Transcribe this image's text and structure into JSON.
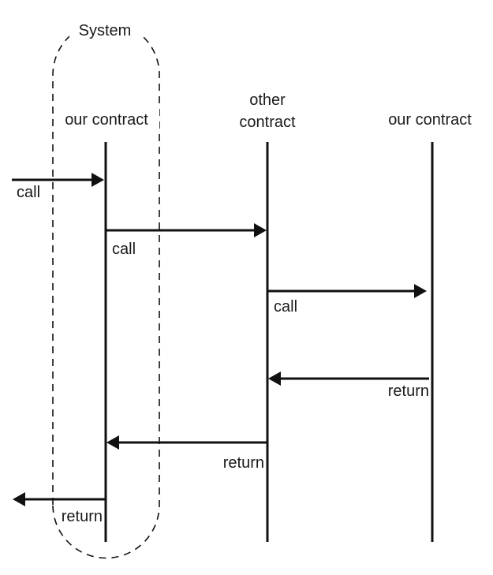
{
  "system_label": "System",
  "participants": [
    {
      "label_lines": [
        "our contract"
      ]
    },
    {
      "label_lines": [
        "other",
        "contract"
      ]
    },
    {
      "label_lines": [
        "our contract"
      ]
    }
  ],
  "messages": [
    {
      "label": "call"
    },
    {
      "label": "call"
    },
    {
      "label": "call"
    },
    {
      "label": "return"
    },
    {
      "label": "return"
    },
    {
      "label": "return"
    }
  ]
}
